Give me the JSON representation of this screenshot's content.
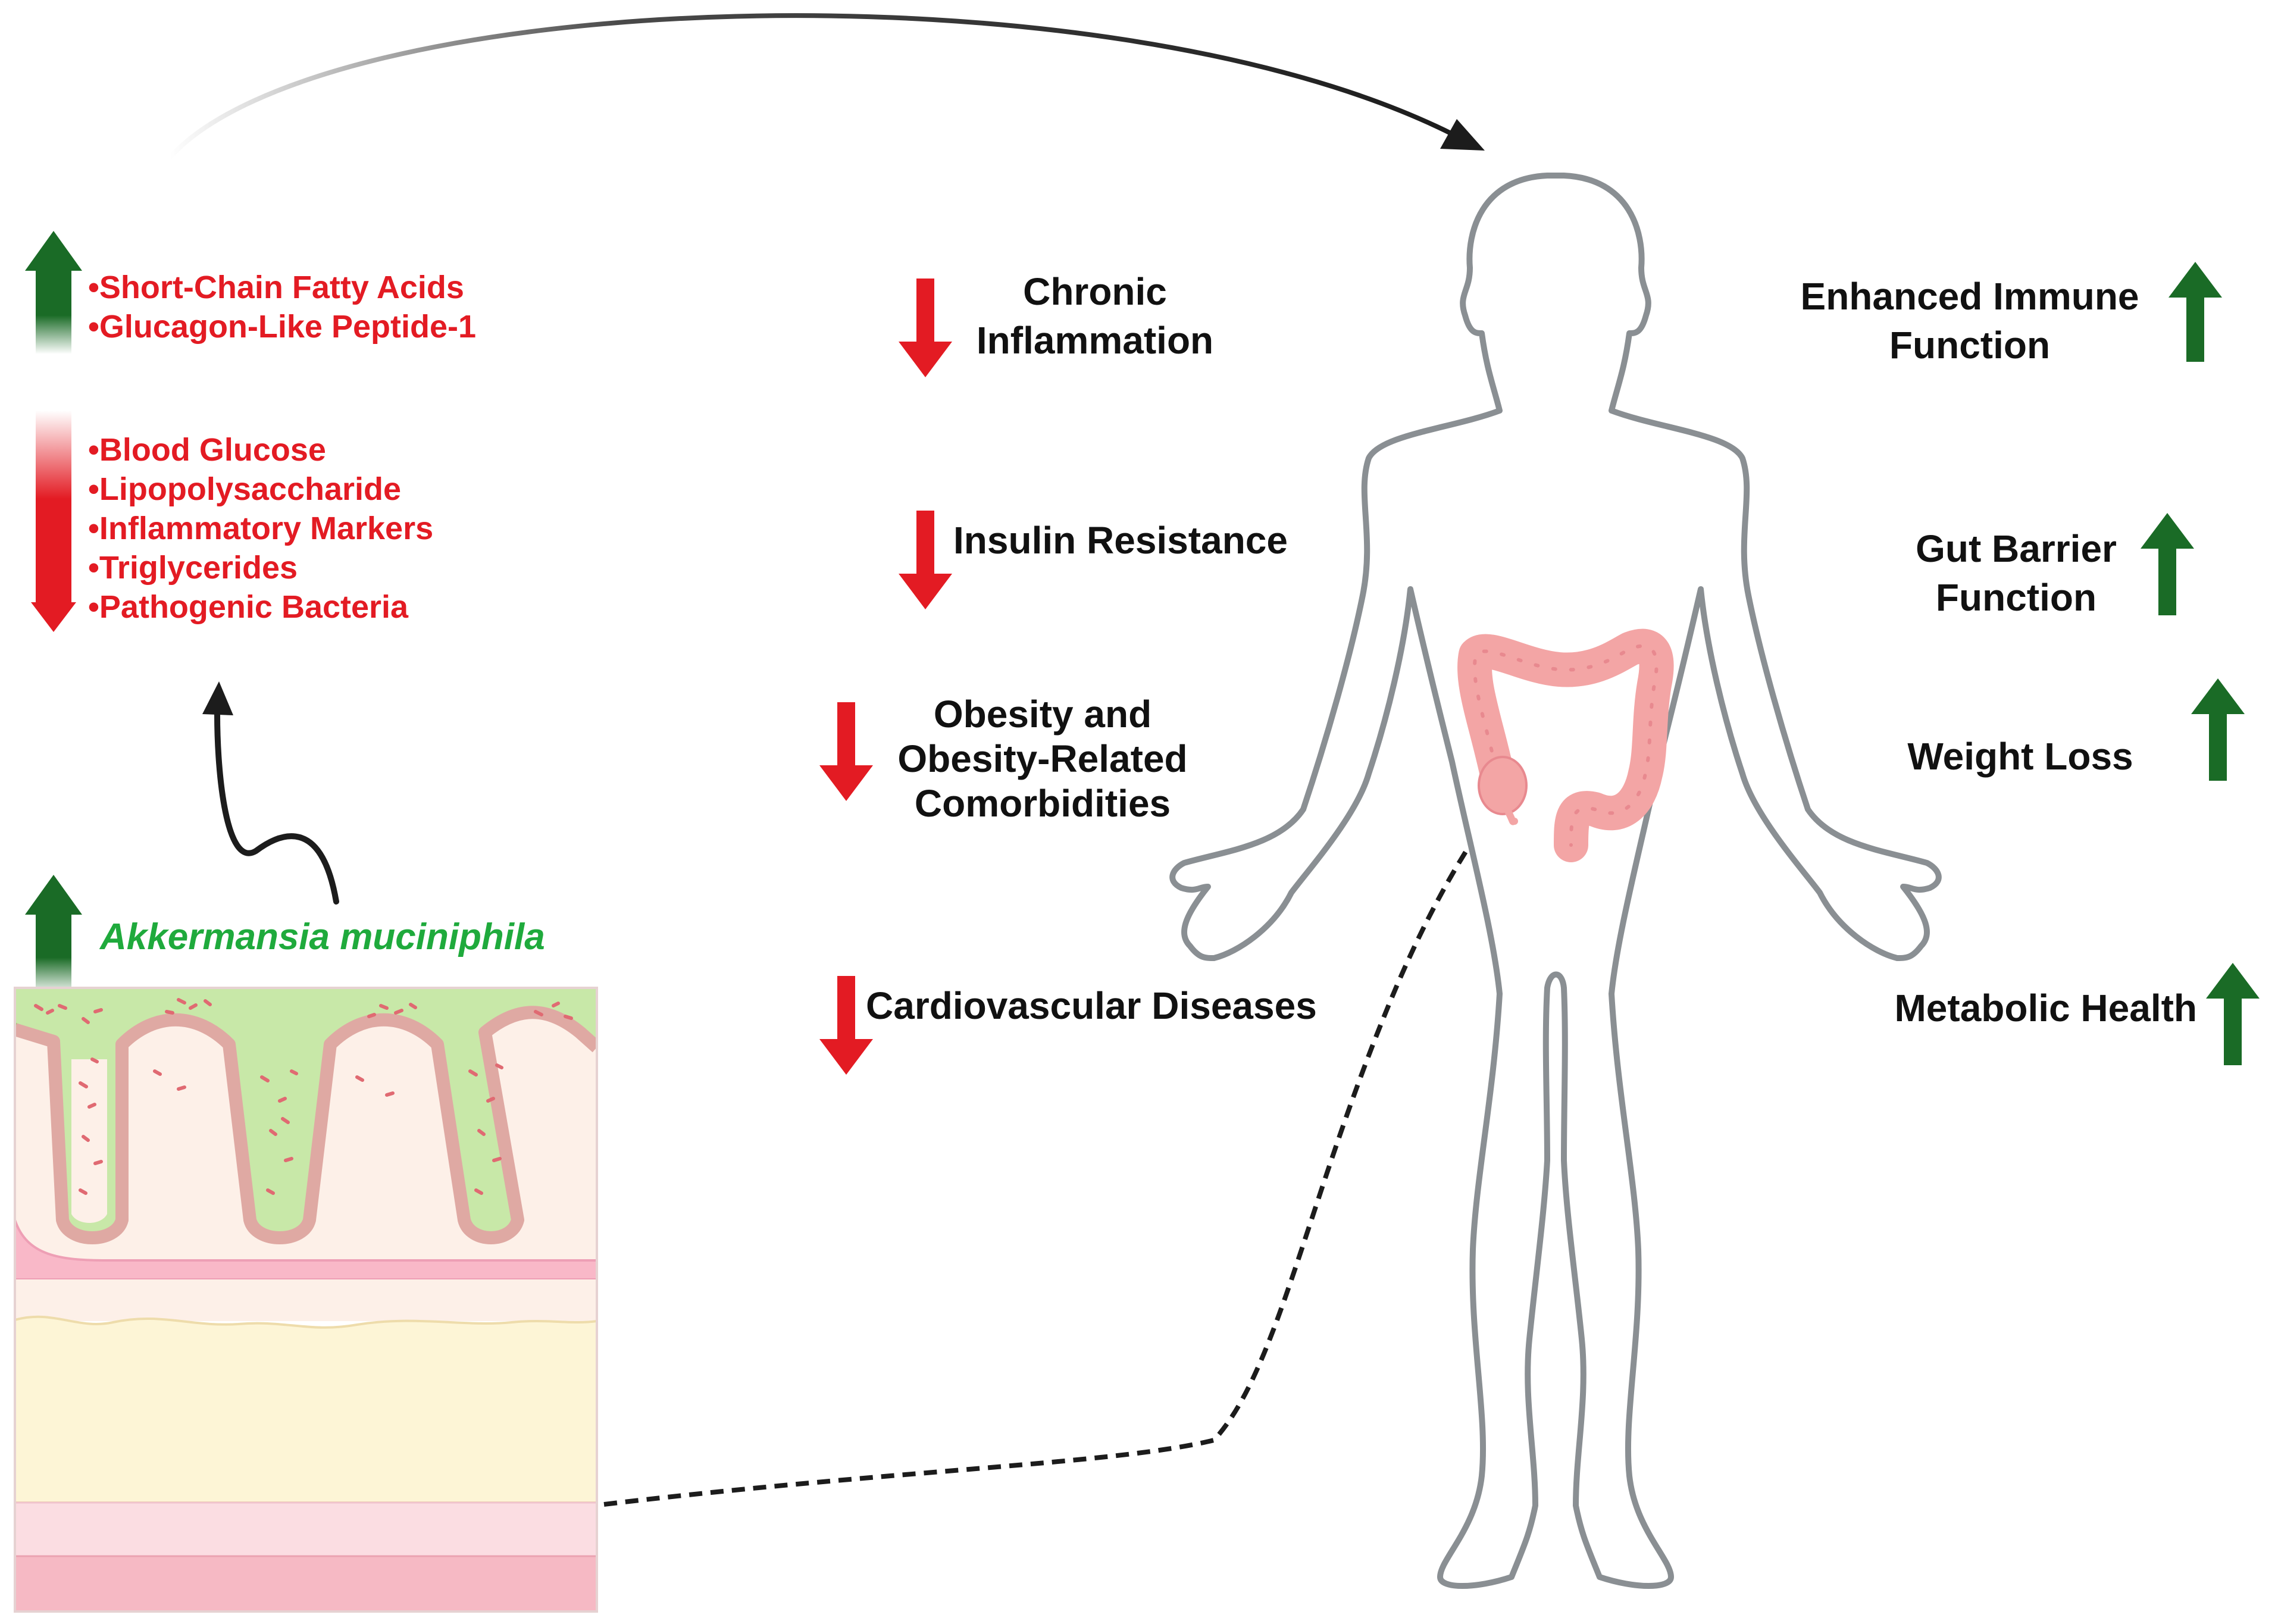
{
  "colors": {
    "decrease": "#e31b23",
    "increase": "#1a6b26",
    "bacteria_label": "#1faa3c",
    "body_outline": "#8a8f93",
    "colon": "#f3a5a5",
    "mucus": "#c8e8a8",
    "epithelium": "#dfa9a3",
    "submucosa": "#fdf5d6",
    "muscle_light": "#fbdde2",
    "muscle_dark": "#f6b9c4",
    "connector_arrow": "#1c1c1c"
  },
  "markers": {
    "increased": [
      "•Short-Chain Fatty Acids",
      "•Glucagon-Like Peptide-1"
    ],
    "decreased": [
      "•Blood Glucose",
      "•Lipopolysaccharide",
      "•Inflammatory Markers",
      "•Triglycerides",
      "•Pathogenic Bacteria"
    ]
  },
  "bacteria": {
    "name": "Akkermansia muciniphila"
  },
  "decreased_effects": [
    {
      "lines": [
        "Chronic",
        "Inflammation"
      ]
    },
    {
      "lines": [
        "Insulin Resistance"
      ]
    },
    {
      "lines": [
        "Obesity and",
        "Obesity-Related",
        "Comorbidities"
      ]
    },
    {
      "lines": [
        "Cardiovascular Diseases"
      ]
    }
  ],
  "increased_effects": [
    {
      "lines": [
        "Enhanced Immune",
        "Function"
      ]
    },
    {
      "lines": [
        "Gut Barrier",
        "Function"
      ]
    },
    {
      "lines": [
        "Weight Loss"
      ]
    },
    {
      "lines": [
        "Metabolic Health"
      ]
    }
  ]
}
